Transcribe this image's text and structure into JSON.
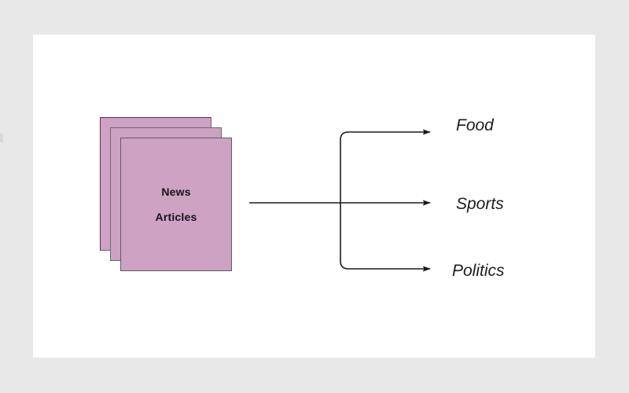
{
  "diagram": {
    "title": "News Articles classification fan-out",
    "background_color": "#e8e8e8",
    "panel_color": "#ffffff",
    "source": {
      "name": "news-articles-document-stack",
      "line1": "News",
      "line2": "Articles",
      "fill_color": "#cda2c3",
      "border_color": "#6b6b6b",
      "card_count": 3
    },
    "branches": [
      {
        "id": "food",
        "label": "Food"
      },
      {
        "id": "sports",
        "label": "Sports"
      },
      {
        "id": "politics",
        "label": "Politics"
      }
    ],
    "connector": {
      "color": "#1a1a1a",
      "stroke_width": 1.6,
      "arrowhead": "filled-triangle"
    }
  }
}
